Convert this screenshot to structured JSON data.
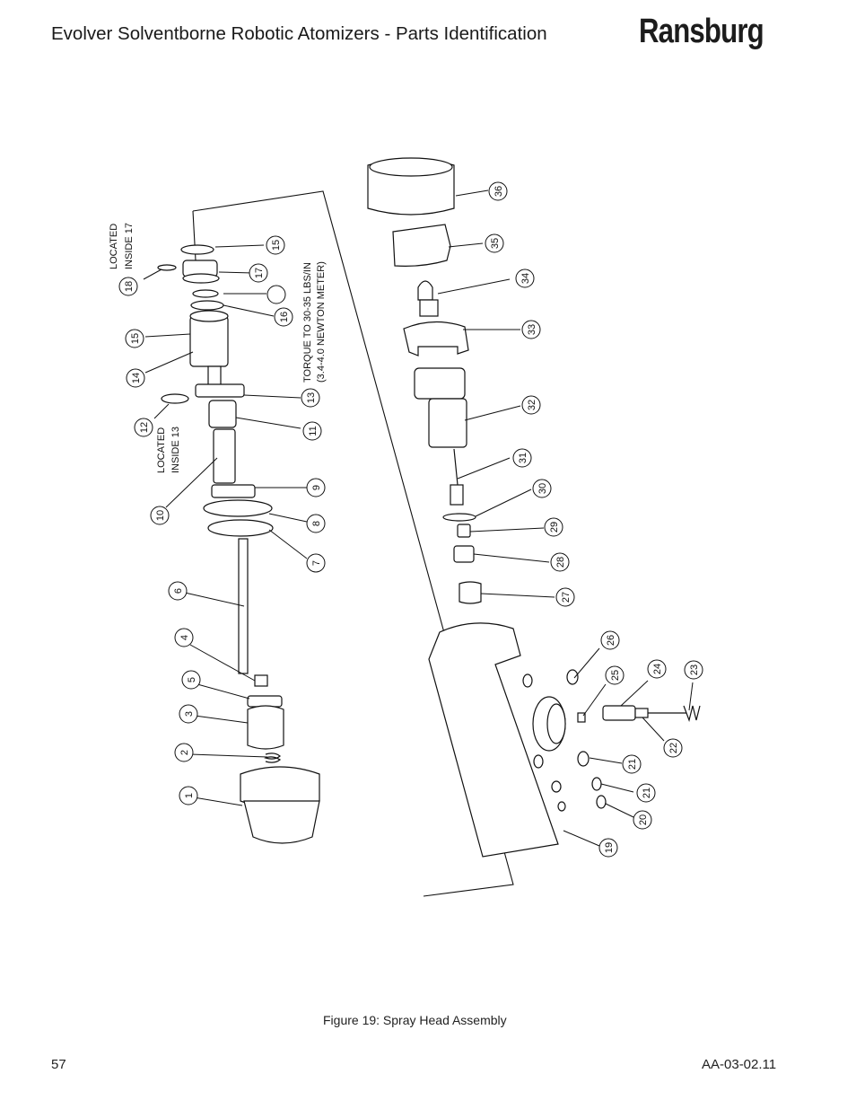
{
  "header": {
    "title": "Evolver Solventborne Robotic Atomizers - Parts Identification",
    "brand": "Ransburg"
  },
  "figure": {
    "caption": "Figure 19:  Spray Head Assembly",
    "notes": {
      "located_17_line1": "LOCATED",
      "located_17_line2": "INSIDE 17",
      "located_13_line1": "LOCATED",
      "located_13_line2": "INSIDE 13",
      "torque_line1": "TORQUE TO 30-35 LBS/IN",
      "torque_line2": "(3.4-4.0 NEWTON METER)"
    },
    "callouts": [
      "1",
      "2",
      "3",
      "4",
      "5",
      "6",
      "7",
      "8",
      "9",
      "10",
      "11",
      "12",
      "13",
      "14",
      "15",
      "15",
      "16",
      "17",
      "18",
      "19",
      "20",
      "21",
      "21",
      "22",
      "23",
      "24",
      "25",
      "26",
      "27",
      "28",
      "29",
      "30",
      "31",
      "32",
      "33",
      "34",
      "35",
      "36"
    ]
  },
  "footer": {
    "page_number": "57",
    "doc_code": "AA-03-02.11"
  }
}
